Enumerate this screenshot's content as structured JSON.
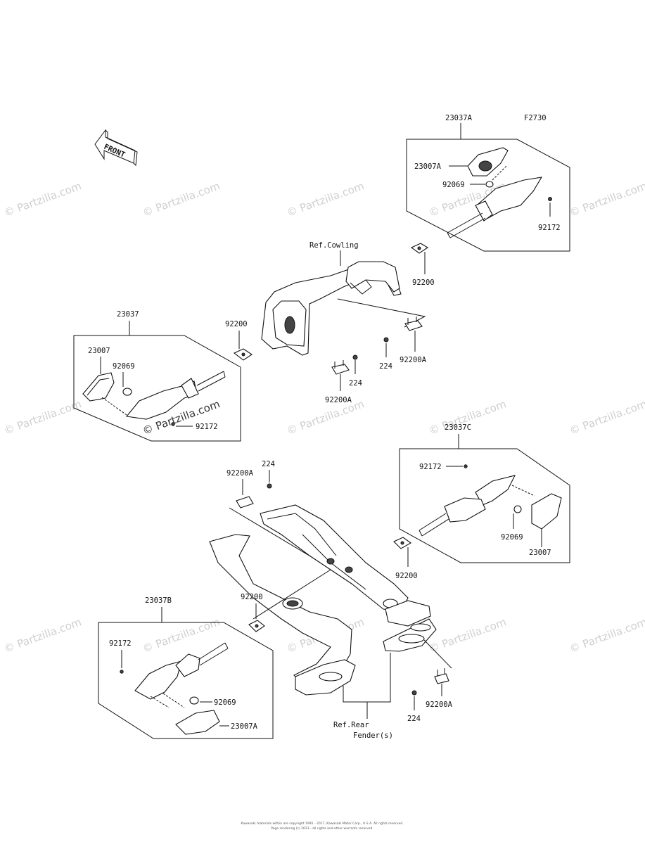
{
  "figure_code": "F2730",
  "front_label": "FRONT",
  "watermark": "© Partzilla.com",
  "labels": {
    "a23037A": "23037A",
    "a23007A_top": "23007A",
    "a92069_top": "92069",
    "a92172_top": "92172",
    "a92200_top": "92200",
    "ref_cowling": "Ref.Cowling",
    "a23037": "23037",
    "a23007_left": "23007",
    "a92069_left": "92069",
    "a92172_left": "92172",
    "a92200_left": "92200",
    "a224_mid": "224",
    "a92200A_mid": "92200A",
    "a224_right": "224",
    "a92200A_right": "92200A",
    "a92200A_rear": "92200A",
    "a224_rear": "224",
    "a23037C": "23037C",
    "a92172_right": "92172",
    "a92069_right": "92069",
    "a23007_right": "23007",
    "a92200_right": "92200",
    "a23037B": "23037B",
    "a92200_rearleft": "92200",
    "a92172_bl": "92172",
    "a92069_bl": "92069",
    "a23007A_bl": "23007A",
    "ref_rear": "Ref.Rear",
    "fender": "Fender(s)",
    "a224_bottom": "224",
    "a92200A_bottom": "92200A"
  },
  "footer": {
    "line1": "Kawasaki materials within are copyright 1995 - 2017, Kawasaki Motor Corp., U.S.A. All rights reserved.",
    "line2": "Page rendering (c) 2023 - all rights and other warrants reserved."
  }
}
